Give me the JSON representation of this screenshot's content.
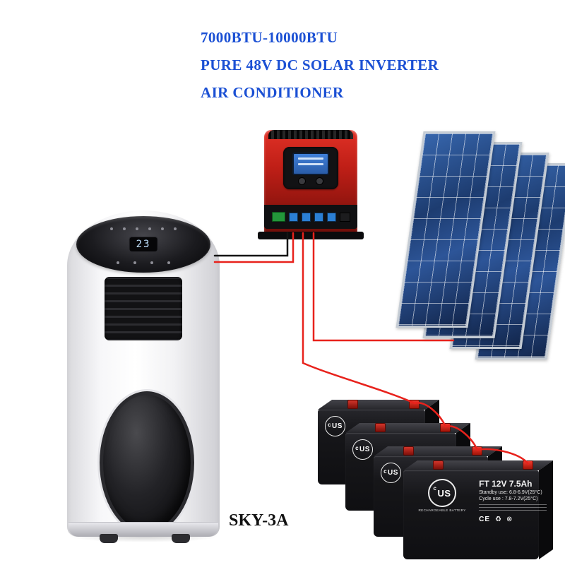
{
  "title": {
    "lines": [
      "7000BTU-10000BTU",
      "PURE 48V DC SOLAR INVERTER",
      "AIR CONDITIONER"
    ],
    "color": "#1b50d4"
  },
  "model_label": "SKY-3A",
  "ac_unit": {
    "display_value": "23"
  },
  "battery_label": {
    "cert_prefix": "c",
    "cert_mark": "US",
    "brand_sub": "RECHARGEABLE BATTERY",
    "model": "FT 12V 7.5Ah",
    "spec1": "Standby use: 6.8-6.9V(25°C)",
    "spec2": "Cycle use : 7.8-7.2V(25°C)",
    "certs": {
      "ce": "CE",
      "recycle": "♻",
      "no_bin": "⊗"
    }
  },
  "components": {
    "air_conditioner": "portable solar air conditioner",
    "inverter": "48V DC solar inverter controller",
    "solar_panel_count": 4,
    "battery_count": 4
  },
  "colors": {
    "title_blue": "#1b50d4",
    "wire_red": "#e8221c",
    "wire_black": "#141414",
    "inverter_red": "#c01f17",
    "panel_blue": "#1d3c70"
  }
}
